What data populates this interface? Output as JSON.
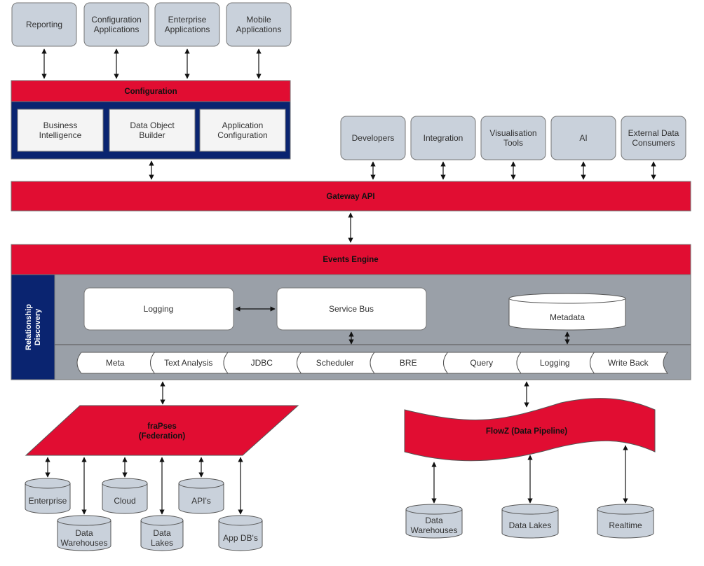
{
  "top_clients": [
    {
      "label": [
        "Reporting"
      ]
    },
    {
      "label": [
        "Configuration",
        "Applications"
      ]
    },
    {
      "label": [
        "Enterprise",
        "Applications"
      ]
    },
    {
      "label": [
        "Mobile",
        "Applications"
      ]
    }
  ],
  "configuration": {
    "title": "Configuration",
    "modules": [
      {
        "label": [
          "Business",
          "Intelligence"
        ]
      },
      {
        "label": [
          "Data Object",
          "Builder"
        ]
      },
      {
        "label": [
          "Application",
          "Configuration"
        ]
      }
    ]
  },
  "api_consumers": [
    {
      "label": [
        "Developers"
      ]
    },
    {
      "label": [
        "Integration"
      ]
    },
    {
      "label": [
        "Visualisation",
        "Tools"
      ]
    },
    {
      "label": [
        "AI"
      ]
    },
    {
      "label": [
        "External Data",
        "Consumers"
      ]
    }
  ],
  "gateway": {
    "title": "Gateway API"
  },
  "events_engine": {
    "title": "Events Engine",
    "side_panel": [
      "Relationship",
      "Discovery"
    ],
    "logging": "Logging",
    "service_bus": "Service Bus",
    "metadata": "Metadata",
    "adapters": [
      "Meta",
      "Text Analysis",
      "JDBC",
      "Scheduler",
      "BRE",
      "Query",
      "Logging",
      "Write Back"
    ]
  },
  "federation": {
    "title": [
      "fraPses",
      "(Federation)"
    ],
    "sources": [
      {
        "label": [
          "Enterprise"
        ]
      },
      {
        "label": [
          "Data",
          "Warehouses"
        ]
      },
      {
        "label": [
          "Cloud"
        ]
      },
      {
        "label": [
          "Data",
          "Lakes"
        ]
      },
      {
        "label": [
          "API's"
        ]
      },
      {
        "label": [
          "App DB's"
        ]
      }
    ]
  },
  "pipeline": {
    "title": "FlowZ (Data Pipeline)",
    "sources": [
      {
        "label": [
          "Data",
          "Warehouses"
        ]
      },
      {
        "label": [
          "Data Lakes"
        ]
      },
      {
        "label": [
          "Realtime"
        ]
      }
    ]
  },
  "colors": {
    "red": "#e10d32",
    "navy": "#0a2470",
    "client_box": "#c9d1db",
    "engine_gray": "#9aa0a8",
    "module_box": "#f4f4f4"
  }
}
